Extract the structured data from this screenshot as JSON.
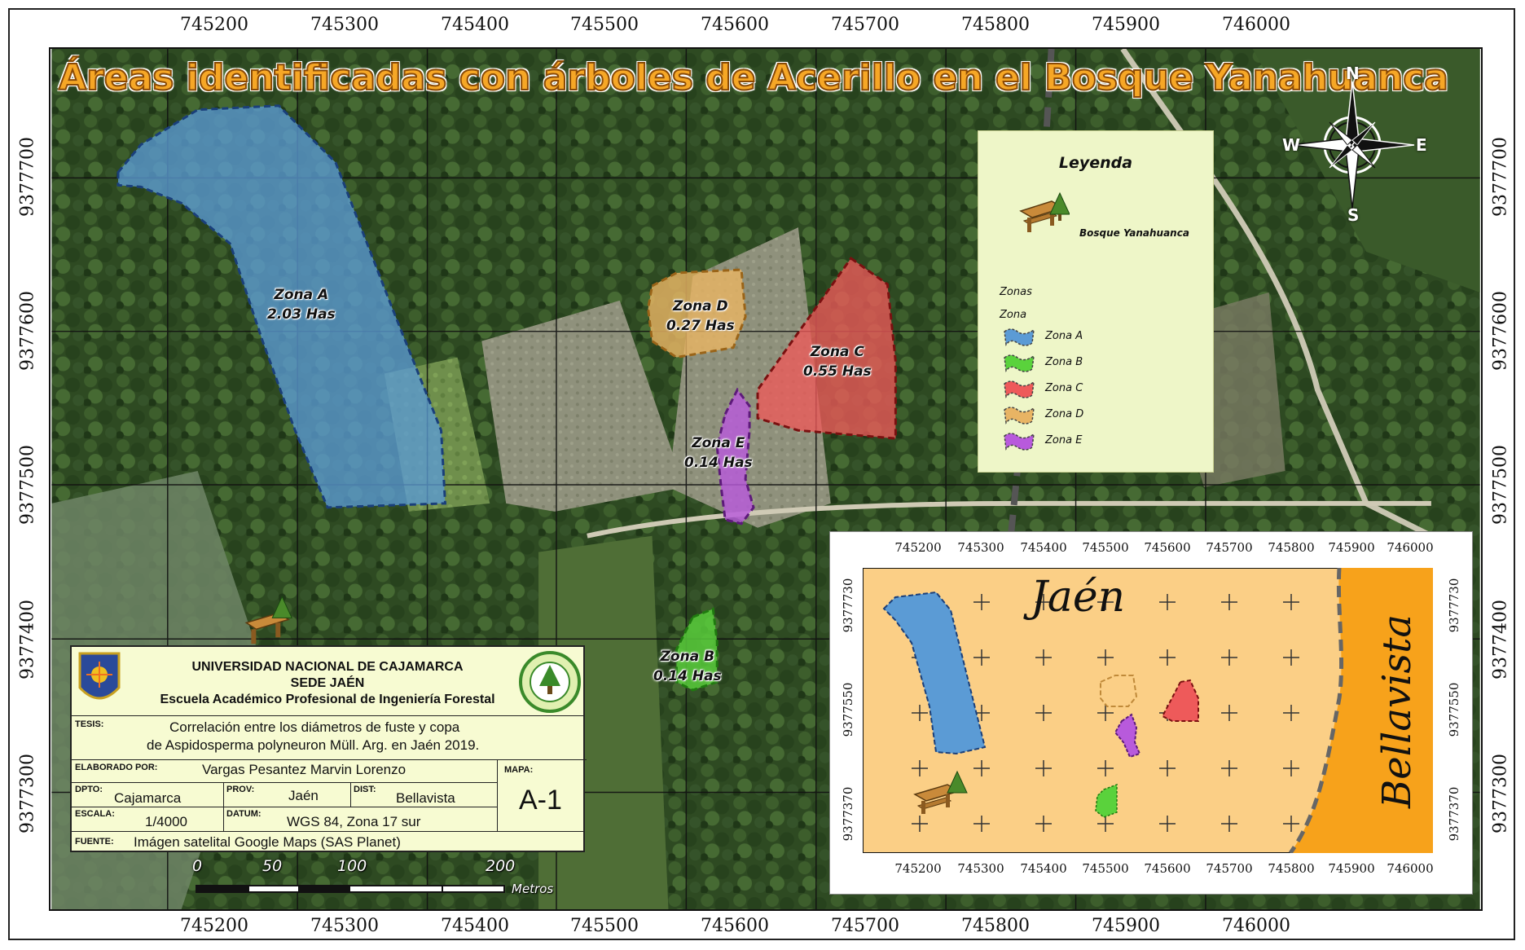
{
  "map": {
    "title": "Áreas identificadas con árboles de Acerillo en el Bosque Yanahuanca",
    "x_coords": [
      "745200",
      "745300",
      "745400",
      "745500",
      "745600",
      "745700",
      "745800",
      "745900",
      "746000"
    ],
    "y_coords": [
      "9377700",
      "9377600",
      "9377500",
      "9377400",
      "9377300"
    ],
    "zones": [
      {
        "name": "Zona A",
        "area": "2.03 Has",
        "color": "#5b9bd5"
      },
      {
        "name": "Zona B",
        "area": "0.14 Has",
        "color": "#5ad23c"
      },
      {
        "name": "Zona C",
        "area": "0.55 Has",
        "color": "#ee5a5a"
      },
      {
        "name": "Zona D",
        "area": "0.27 Has",
        "color": "#e8b464"
      },
      {
        "name": "Zona E",
        "area": "0.14 Has",
        "color": "#b85adc"
      }
    ]
  },
  "legend": {
    "title": "Leyenda",
    "forest_label": "Bosque Yanahuanca",
    "zonas_label": "Zonas",
    "zona_label": "Zona",
    "items": [
      "Zona A",
      "Zona B",
      "Zona C",
      "Zona D",
      "Zona E"
    ]
  },
  "compass": {
    "n": "N",
    "s": "S",
    "e": "E",
    "w": "W"
  },
  "title_block": {
    "university": "UNIVERSIDAD NACIONAL DE CAJAMARCA",
    "campus": "SEDE JAÉN",
    "school": "Escuela Académico Profesional de Ingeniería Forestal",
    "tesis_label": "TESIS:",
    "tesis_line1": "Correlación entre los diámetros de fuste y copa",
    "tesis_line2": "de Aspidosperma polyneuron Müll. Arg. en Jaén 2019.",
    "elaborado_label": "ELABORADO POR:",
    "elaborado_value": "Vargas Pesantez Marvin Lorenzo",
    "mapa_label": "MAPA:",
    "mapa_value": "A-1",
    "dpto_label": "DPTO:",
    "dpto_value": "Cajamarca",
    "prov_label": "PROV:",
    "prov_value": "Jaén",
    "dist_label": "DIST:",
    "dist_value": "Bellavista",
    "escala_label": "ESCALA:",
    "escala_value": "1/4000",
    "datum_label": "DATUM:",
    "datum_value": "WGS 84, Zona 17 sur",
    "fuente_label": "FUENTE:",
    "fuente_value": "Imágen satelital Google Maps (SAS Planet)"
  },
  "scale_bar": {
    "ticks": [
      "0",
      "50",
      "100",
      "200"
    ],
    "unit": "Metros"
  },
  "inset": {
    "x_coords": [
      "745200",
      "745300",
      "745400",
      "745500",
      "745600",
      "745700",
      "745800",
      "745900",
      "746000"
    ],
    "y_coords": [
      "9377730",
      "9377550",
      "9377370"
    ],
    "y_coords_right": [
      "9377730",
      "9377550",
      "9377370"
    ],
    "left_region": "Jaén",
    "right_region": "Bellavista",
    "left_color": "#fbcf86",
    "right_color": "#f7a21b"
  }
}
